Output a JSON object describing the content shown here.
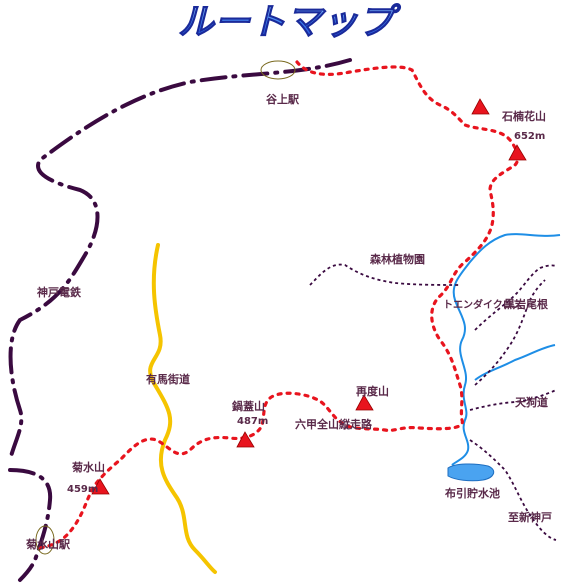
{
  "title": "ルートマップ",
  "colors": {
    "route": "#e8141e",
    "railway": "#3a0a40",
    "road": "#f5c400",
    "river": "#1e8ee6",
    "trail": "#3a0a40",
    "peak": "#e8141e",
    "reservoir": "#4aa3f0",
    "label": "#5a2a4a"
  },
  "labels": {
    "tanigami_station": "谷上駅",
    "ishikusuka_yama": "石楠花山",
    "ishikusuka_elev": "652m",
    "shinrin_garden": "森林植物園",
    "tokuzu_ikeroso": "トエンダイクロス",
    "kuroiwa_one": "黒岩尾根",
    "kobe_railway": "神戸電鉄",
    "arima_road": "有馬街道",
    "futatabi_yama": "再度山",
    "nabebuta_yama": "鍋蓋山",
    "nabebuta_elev": "487m",
    "rokko_trail": "六甲全山縦走路",
    "tengu_michi": "天狗道",
    "kikusui_yama": "菊水山",
    "kikusui_elev": "459m",
    "nunobiki_reservoir": "布引貯水池",
    "to_shinkobe": "至新神戸",
    "kikusuiyama_station": "菊水山駅"
  }
}
